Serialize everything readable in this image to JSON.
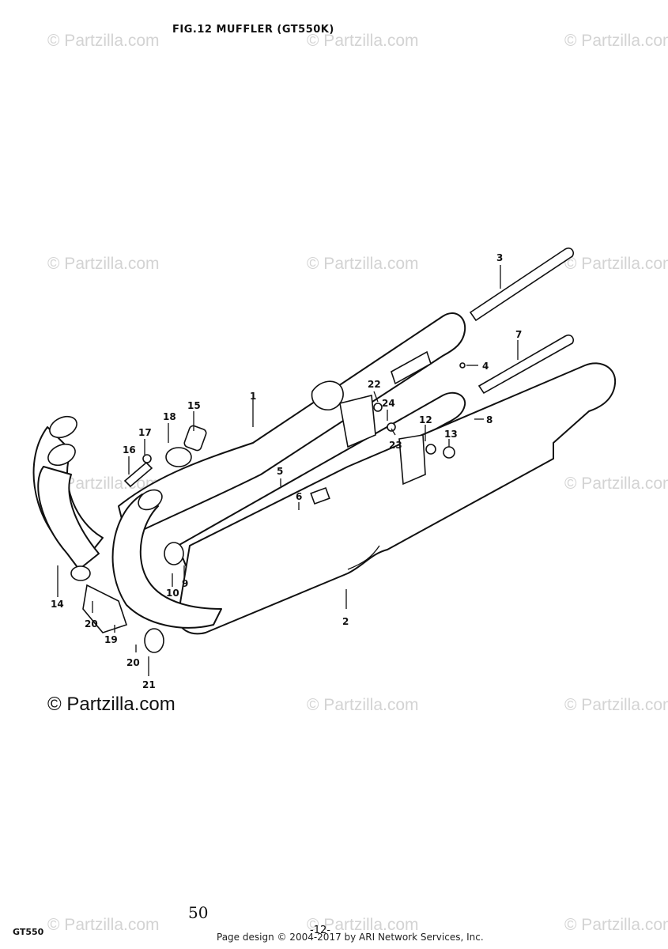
{
  "figure": {
    "title": "FIG.12  MUFFLER (GT550K)"
  },
  "watermarks": [
    "© Partzilla.com"
  ],
  "callouts": [
    "1",
    "2",
    "3",
    "4",
    "5",
    "6",
    "7",
    "8",
    "9",
    "10",
    "12",
    "13",
    "14",
    "15",
    "16",
    "17",
    "18",
    "19",
    "20",
    "20",
    "21",
    "22",
    "23",
    "24"
  ],
  "footer": {
    "model": "GT550",
    "page_number": "50",
    "page_label": "-12-",
    "copyright": "Page design © 2004-2017 by ARI Network Services, Inc."
  }
}
